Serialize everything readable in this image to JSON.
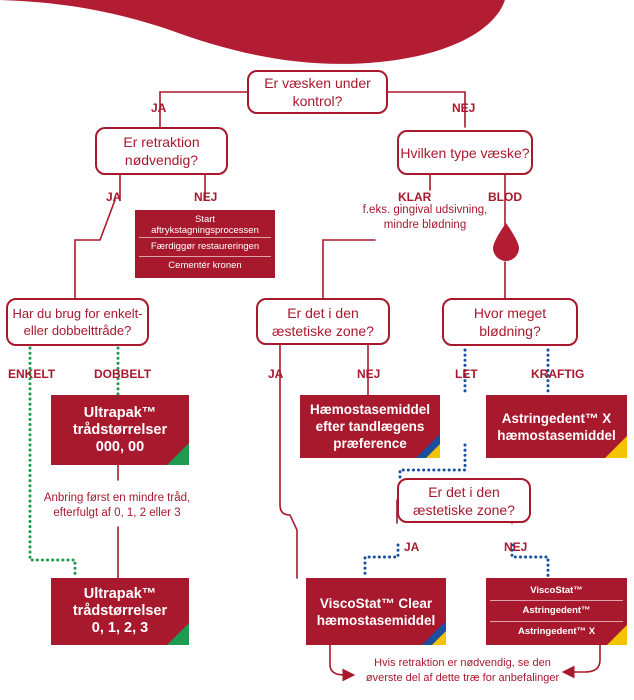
{
  "q_root": "Er væsken under kontrol?",
  "ja": "JA",
  "nej": "NEJ",
  "q_retraction": "Er retraktion nødvendig?",
  "q_fluid_type": "Hvilken type væske?",
  "klar": "KLAR",
  "blod": "BLOD",
  "klar_note": "f.eks. gingival udsivning, mindre blødning",
  "no_retraction_steps": [
    "Start aftrykstagningsprocessen",
    "Færdiggør restaureringen",
    "Cementér kronen"
  ],
  "q_thread": "Har du brug for enkelt- eller dobbelttråde?",
  "enkelt": "ENKELT",
  "dobbelt": "DOBBELT",
  "ultrapak_1": {
    "title": "Ultrapak™ trådstørrelser",
    "sizes": "000, 00"
  },
  "thread_note": "Anbring først en mindre tråd, efterfulgt af 0, 1, 2 eller 3",
  "ultrapak_2": {
    "title": "Ultrapak™ trådstørrelser",
    "sizes": "0, 1, 2, 3"
  },
  "q_aesthetic_1": "Er det i den æstetiske zone?",
  "q_bleeding": "Hvor meget blødning?",
  "let": "LET",
  "kraftig": "KRAFTIG",
  "haemostase_pref": "Hæmostasemiddel efter tandlægens præference",
  "astringedent_x": "Astringedent™ X hæmostasemiddel",
  "q_aesthetic_2": "Er det i den æstetiske zone?",
  "viscostat_clear": "ViscoStat™ Clear hæmostasemiddel",
  "nej_list": [
    "ViscoStat™",
    "Astringedent™",
    "Astringedent™ X"
  ],
  "footer_note": "Hvis retraktion er nødvendig, se den øverste del af dette træ for anbefalinger",
  "colors": {
    "brand_red": "#a8192e",
    "green": "#1f9b4f",
    "blue": "#1b4fa0",
    "yellow": "#f5c400",
    "blob": "#b21d33"
  },
  "icons": [
    "blood-drop-icon"
  ]
}
